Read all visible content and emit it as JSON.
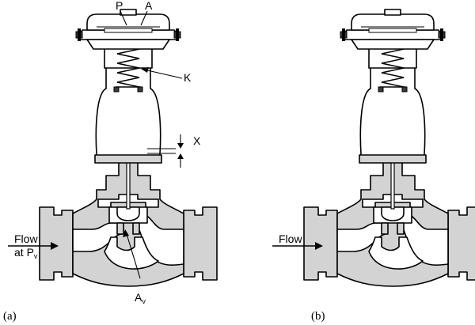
{
  "valve_a": {
    "caption": "(a)",
    "label_p": "P",
    "label_a": "A",
    "label_k": "K",
    "label_x": "X",
    "flow_line1": "Flow",
    "flow_line2_prefix": "at P",
    "flow_line2_sub": "v",
    "area_prefix": "A",
    "area_sub": "v"
  },
  "valve_b": {
    "caption": "(b)",
    "flow_label": "Flow"
  }
}
